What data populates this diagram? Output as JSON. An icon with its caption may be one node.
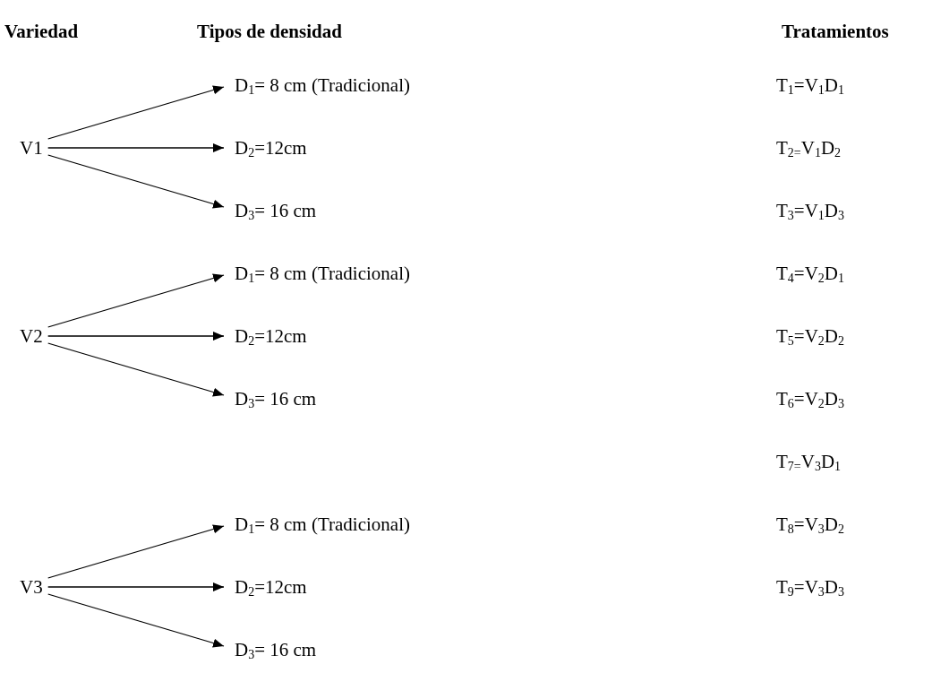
{
  "diagram": {
    "nodes": [
      {
        "text": [
          "V1"
        ]
      },
      {
        "text": [
          "D$_{1}$= 8 cm (Tradicional)"
        ]
      },
      {
        "text": [
          "D$_{2}$=12cm"
        ]
      },
      {
        "text": [
          "D$_{3}$= 16 cm"
        ]
      },
      {
        "text": [
          "V2"
        ]
      },
      {
        "text": [
          "D$_{1}$= 8 cm (Tradicional)"
        ]
      },
      {
        "text": [
          "D$_{2}$=12cm"
        ]
      },
      {
        "text": [
          "D$_{3}$= 16 cm"
        ]
      },
      {
        "text": [
          "V3"
        ]
      },
      {
        "text": [
          "D$_{1}$= 8 cm (Tradicional)"
        ]
      },
      {
        "text": [
          "D$_{2}$=12cm"
        ]
      },
      {
        "text": [
          "D$_{3}$= 16 cm"
        ]
      }
    ],
    "edges": [
      {
        "from": 0,
        "to": 1,
        "arrow": "to"
      },
      {
        "from": 0,
        "to": 2,
        "arrow": "to"
      },
      {
        "from": 0,
        "to": 3,
        "arrow": "to"
      },
      {
        "from": 4,
        "to": 5,
        "arrow": "to"
      },
      {
        "from": 4,
        "to": 6,
        "arrow": "to"
      },
      {
        "from": 4,
        "to": 7,
        "arrow": "to"
      },
      {
        "from": 8,
        "to": 9,
        "arrow": "to"
      },
      {
        "from": 8,
        "to": 10,
        "arrow": "to"
      },
      {
        "from": 8,
        "to": 11,
        "arrow": "to"
      }
    ],
    "labels": [
      "Variedad",
      "Tipos de densidad",
      "Tratamientos",
      "T$_{1}$=V$_{1}$D$_{1}$",
      "T$_{2=}$V$_{1}$D$_{2}$",
      "T$_{3}$=V$_{1}$D$_{3}$",
      "T$_{4}$=V$_{2}$D$_{1}$",
      "T$_{5}$=V$_{2}$D$_{2}$",
      "T$_{6}$=V$_{2}$D$_{3}$",
      "T$_{7=}$V$_{3}$D$_{1}$",
      "T$_{8}$=V$_{3}$D$_{2}$",
      "T$_{9}$=V$_{3}$D$_{3}$"
    ]
  }
}
